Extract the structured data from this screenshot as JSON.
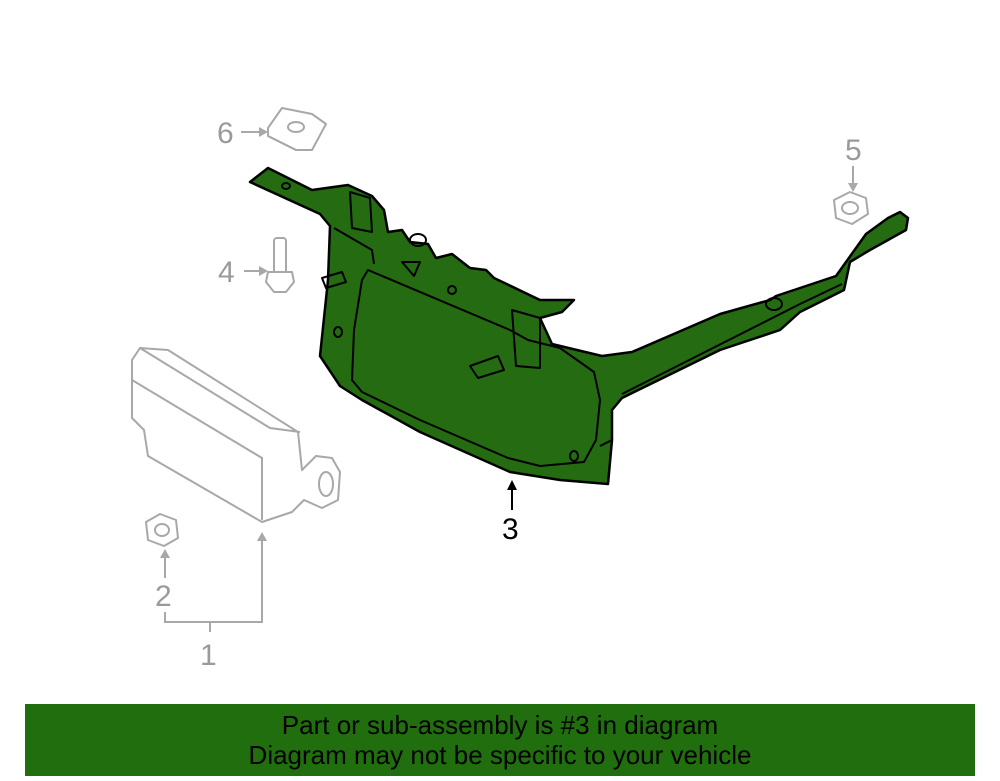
{
  "callouts": {
    "c1": "1",
    "c2": "2",
    "c3": "3",
    "c4": "4",
    "c5": "5",
    "c6": "6"
  },
  "highlighted_part": "3",
  "colors": {
    "highlight_fill": "#246b12",
    "banner_background": "#216e0f",
    "callout_gray": "#9a9a9a",
    "callout_black": "#000000"
  },
  "banner": {
    "line1": "Part or sub-assembly is #3 in diagram",
    "line2": "Diagram may not be specific to your vehicle"
  }
}
